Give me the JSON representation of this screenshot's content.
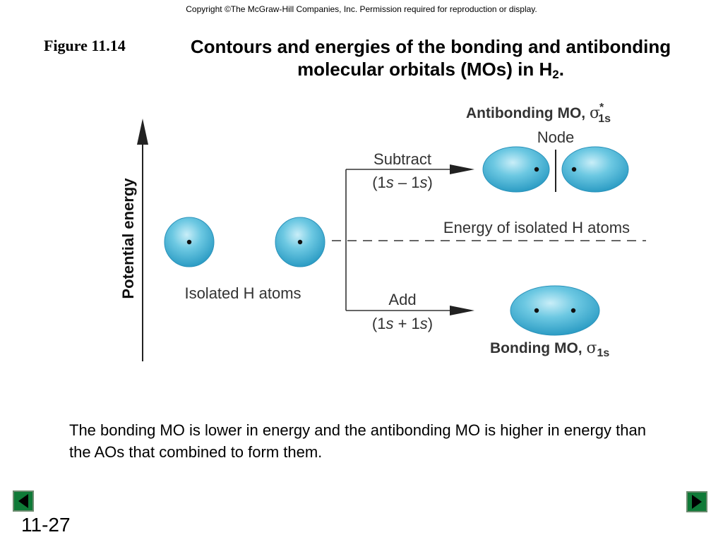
{
  "copyright": "Copyright ©The McGraw-Hill Companies, Inc.  Permission required for reproduction or display.",
  "figure_label": "Figure 11.14",
  "title": {
    "main": "Contours and energies of the bonding and antibonding molecular orbitals (MOs) in H",
    "subscript": "2",
    "end": "."
  },
  "diagram": {
    "y_axis_label": "Potential energy",
    "isolated_atoms_label": "Isolated H atoms",
    "subtract_label": "Subtract",
    "subtract_formula": {
      "open": "(1",
      "s1": "s",
      "op": " – 1",
      "s2": "s",
      "close": ")"
    },
    "add_label": "Add",
    "add_formula": {
      "open": "(1",
      "s1": "s",
      "op": " + 1",
      "s2": "s",
      "close": ")"
    },
    "energy_isolated_label": "Energy of isolated H atoms",
    "node_label": "Node",
    "antibonding": {
      "text": "Antibonding MO, ",
      "sigma": "σ",
      "star": "*",
      "sub": "1s"
    },
    "bonding": {
      "text": "Bonding MO, ",
      "sigma": "σ",
      "sub": "1s"
    },
    "orbital_color": "#5cc0dc"
  },
  "caption": "The bonding MO is lower in energy and the antibonding MO is higher in energy than the AOs that combined to form them.",
  "navigation": {
    "prev_icon": "previous-arrow-icon",
    "next_icon": "next-arrow-icon",
    "button_color": "#0f7a37"
  },
  "slide_number": "11-27"
}
